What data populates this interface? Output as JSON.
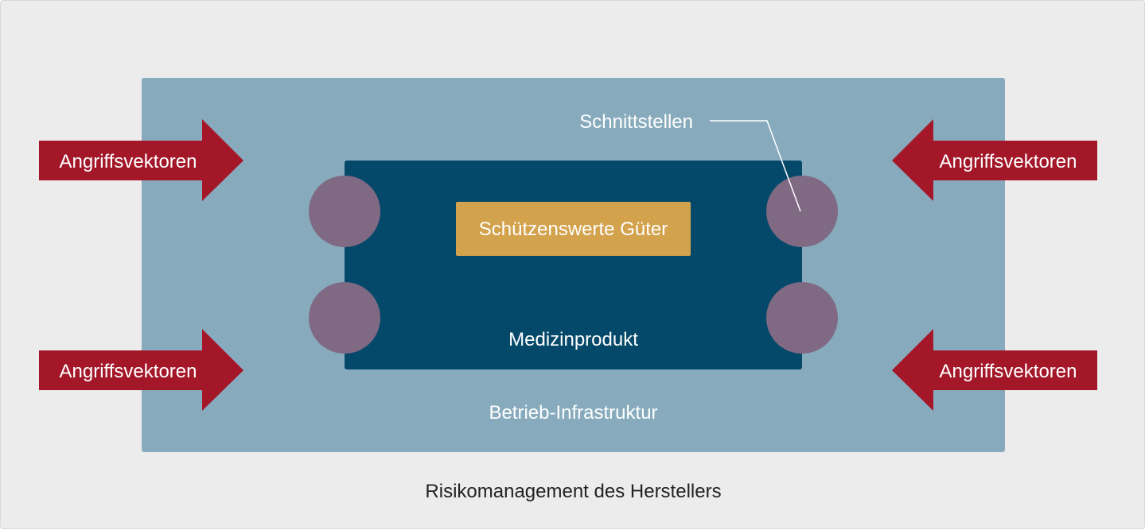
{
  "diagram": {
    "manufacturer_label": "Risikomanagement des Herstellers",
    "infrastructure_label": "Betrieb-Infrastruktur",
    "device_label": "Medizinprodukt",
    "assets_label": "Schützenswerte Güter",
    "interfaces_label": "Schnittstellen",
    "attack_vectors": [
      {
        "label": "Angriffsvektoren"
      },
      {
        "label": "Angriffsvektoren"
      },
      {
        "label": "Angriffsvektoren"
      },
      {
        "label": "Angriffsvektoren"
      }
    ]
  },
  "colors": {
    "background": "#ececec",
    "infrastructure": "#87abbd",
    "device": "#05496a",
    "assets": "#d3a24c",
    "interface": "#806983",
    "arrow": "#a31729",
    "text_light": "#ffffff",
    "text_dark": "#222222"
  }
}
